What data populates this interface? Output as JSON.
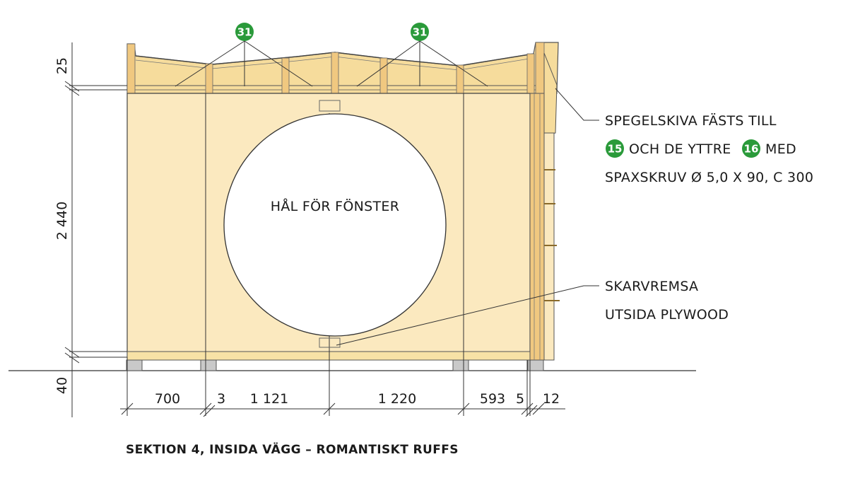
{
  "caption": "SEKTION 4, INSIDA VÄGG – ROMANTISKT RUFFS",
  "window_hole_label": "HÅL FÖR FÖNSTER",
  "callouts": {
    "mirror_board": {
      "line1": "SPEGELSKIVA FÄSTS TILL",
      "badge_a": "15",
      "line2_middle": "OCH DE YTTRE",
      "badge_b": "16",
      "line2_end": "MED",
      "line3": "SPAXSKRUV Ø 5,0 X 90, C 300"
    },
    "joint_strip": {
      "line1": "SKARVREMSA",
      "line2": "UTSIDA PLYWOOD"
    }
  },
  "part_badges": [
    "31",
    "31"
  ],
  "dimensions": {
    "vertical": [
      "25",
      "2 440",
      "40"
    ],
    "horizontal": [
      "700",
      "3",
      "1 121",
      "1 220",
      "593",
      "5",
      "12"
    ]
  },
  "colors": {
    "wood_panel": "#fbe9bf",
    "wood_light": "#f7e2a6",
    "wood_stud": "#f0c880",
    "roof_fill": "#f6dc9c",
    "badge_green": "#2a9a3a",
    "line": "#333333",
    "foundation": "#c9c9c9"
  }
}
